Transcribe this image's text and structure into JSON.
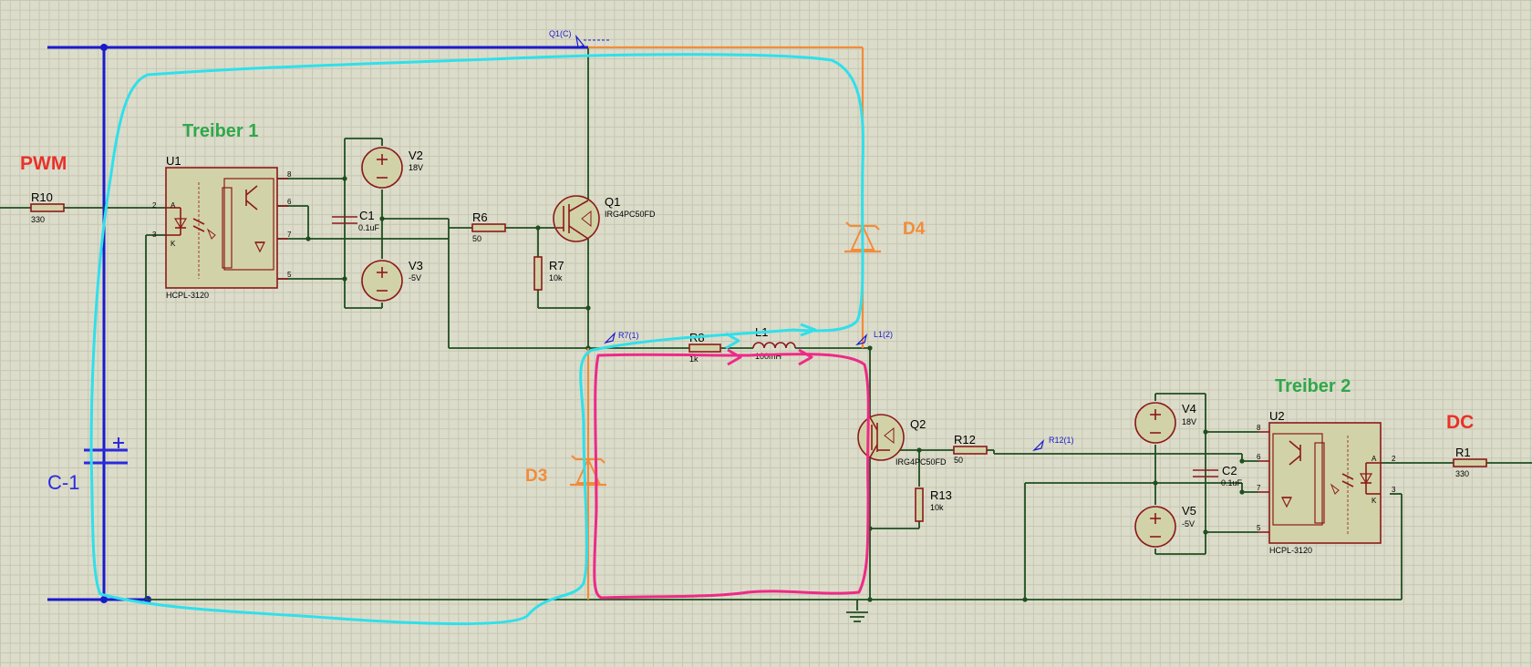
{
  "annotations": {
    "pwm": "PWM",
    "dc": "DC",
    "treiber1": "Treiber 1",
    "treiber2": "Treiber 2",
    "d3": "D3",
    "d4": "D4",
    "c1_hand": "C-1"
  },
  "components": {
    "r10": {
      "name": "R10",
      "value": "330"
    },
    "u1": {
      "name": "U1",
      "part": "HCPL-3120"
    },
    "c1": {
      "name": "C1",
      "value": "0.1uF"
    },
    "v2": {
      "name": "V2",
      "value": "18V"
    },
    "v3": {
      "name": "V3",
      "value": "-5V"
    },
    "r6": {
      "name": "R6",
      "value": "50"
    },
    "r7": {
      "name": "R7",
      "value": "10k"
    },
    "q1": {
      "name": "Q1",
      "part": "IRG4PC50FD"
    },
    "r8": {
      "name": "R8",
      "value": "1k"
    },
    "l1": {
      "name": "L1",
      "value": "100mH"
    },
    "q2": {
      "name": "Q2",
      "part": "IRG4PC50FD"
    },
    "r12": {
      "name": "R12",
      "value": "50"
    },
    "r13": {
      "name": "R13",
      "value": "10k"
    },
    "v4": {
      "name": "V4",
      "value": "18V"
    },
    "v5": {
      "name": "V5",
      "value": "-5V"
    },
    "c2": {
      "name": "C2",
      "value": "0.1uF"
    },
    "u2": {
      "name": "U2",
      "part": "HCPL-3120"
    },
    "r1": {
      "name": "R1",
      "value": "330"
    }
  },
  "probes": {
    "q1c": "Q1(C)",
    "r7_1": "R7(1)",
    "l1_2": "L1(2)",
    "r12_1": "R12(1)"
  },
  "pins": {
    "u1": [
      "2",
      "3",
      "8",
      "6",
      "7",
      "5",
      "A",
      "K"
    ],
    "u2": [
      "8",
      "6",
      "7",
      "5",
      "2",
      "3",
      "A",
      "K"
    ]
  },
  "colors": {
    "wire": "#1f4f1f",
    "bus": "#1a1acc",
    "component": "#8b1a1a",
    "cyan_path": "#2fe0ea",
    "pink_path": "#ee2a86",
    "orange_path": "#f28c3a"
  }
}
